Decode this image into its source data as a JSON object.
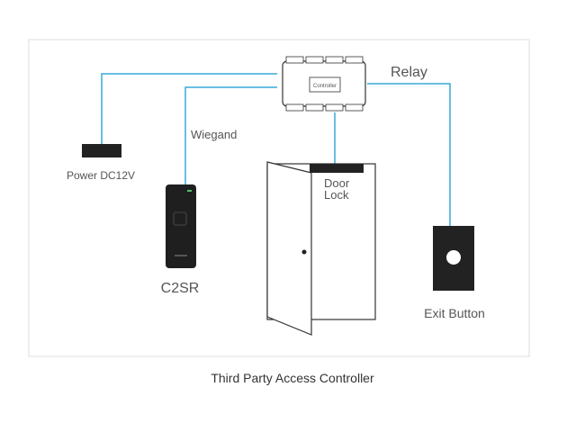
{
  "caption": "Third Party Access Controller",
  "colors": {
    "wire": "#39a9d8",
    "frame": "#dddddd",
    "outline": "#333333",
    "device": "#222222",
    "label": "#555555"
  },
  "nodes": {
    "controller": {
      "label": "Controller"
    },
    "power": {
      "label": "Power DC12V"
    },
    "reader": {
      "label": "C2SR",
      "icon": "card-reader-icon"
    },
    "door_lock": {
      "label": "Door Lock",
      "line1": "Door",
      "line2": "Lock"
    },
    "exit_button": {
      "label": "Exit Button"
    }
  },
  "links": [
    {
      "from": "controller",
      "to": "power",
      "label": ""
    },
    {
      "from": "controller",
      "to": "reader",
      "label": "Wiegand"
    },
    {
      "from": "controller",
      "to": "door_lock",
      "label": ""
    },
    {
      "from": "controller",
      "to": "exit_button",
      "label": "Relay"
    }
  ]
}
